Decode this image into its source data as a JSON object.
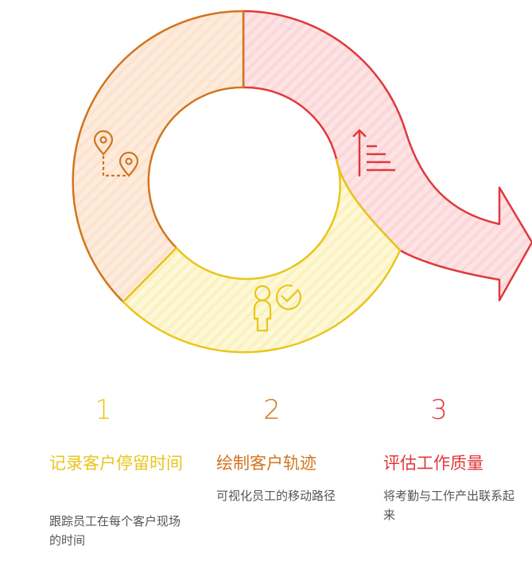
{
  "colors": {
    "step1": "#e8c61c",
    "step2": "#d2751f",
    "step3": "#e0393c"
  },
  "steps": [
    {
      "number": "1",
      "title": "记录客户停留时间",
      "description": "跟踪员工在每个客户现场的时间",
      "icon": "person-check-icon"
    },
    {
      "number": "2",
      "title": "绘制客户轨迹",
      "description": "可视化员工的移动路径",
      "icon": "map-route-icon"
    },
    {
      "number": "3",
      "title": "评估工作质量",
      "description": "将考勤与工作产出联系起来",
      "icon": "sort-ascending-icon"
    }
  ]
}
